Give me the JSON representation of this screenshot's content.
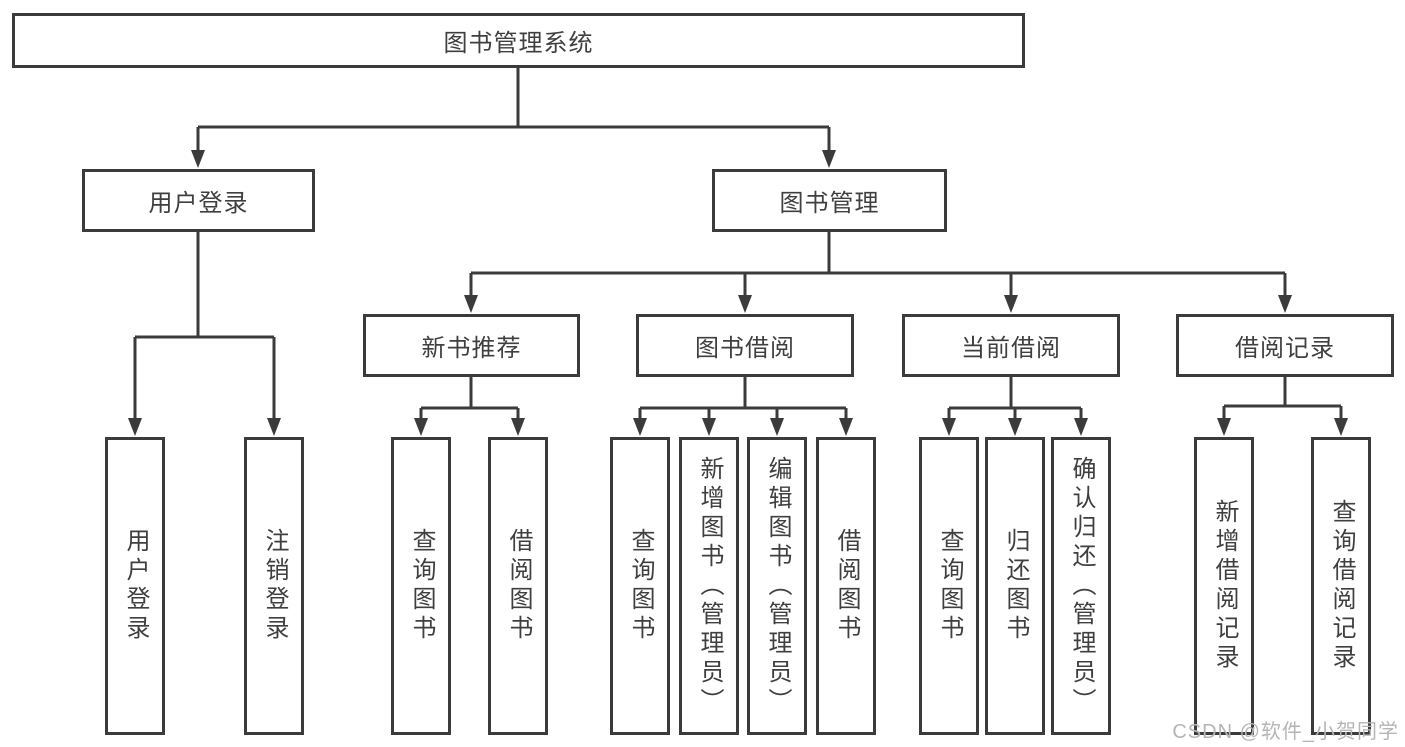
{
  "tree": {
    "root": "图书管理系统",
    "children": [
      {
        "label": "用户登录",
        "children": [
          "用户登录",
          "注销登录"
        ]
      },
      {
        "label": "图书管理",
        "children": [
          {
            "label": "新书推荐",
            "children": [
              "查询图书",
              "借阅图书"
            ]
          },
          {
            "label": "图书借阅",
            "children": [
              "查询图书",
              "新增图书（管理员）",
              "编辑图书（管理员）",
              "借阅图书"
            ]
          },
          {
            "label": "当前借阅",
            "children": [
              "查询图书",
              "归还图书",
              "确认归还（管理员）"
            ]
          },
          {
            "label": "借阅记录",
            "children": [
              "新增借阅记录",
              "查询借阅记录"
            ]
          }
        ]
      }
    ]
  },
  "watermark": {
    "text": "CSDN @软件_小贺同学"
  },
  "colors": {
    "line": "#3b3b3b",
    "text": "#3f3f3f",
    "background": "#ffffff",
    "watermark": "#b5b5b5"
  }
}
